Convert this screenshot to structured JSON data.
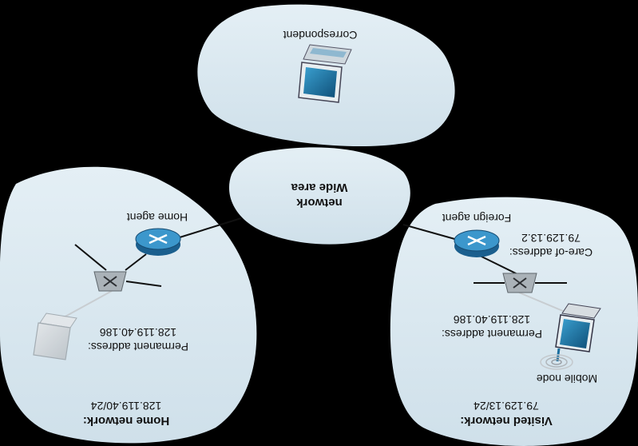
{
  "correspondent": {
    "label": "Correspondent"
  },
  "wide_area": {
    "line1": "Wide area",
    "line2": "network"
  },
  "home": {
    "agent_label": "Home agent",
    "perm_label": "Permanent address:",
    "perm_value": "128.119.40.186",
    "network_label": "Home network:",
    "network_value": "128.119.40/24"
  },
  "visited": {
    "agent_label": "Foreign agent",
    "care_label": "Care-of address:",
    "care_value": "79.129.13.2",
    "perm_label": "Permanent address:",
    "perm_value": "128.119.40.186",
    "mobile_label": "Mobile node",
    "network_label": "Visited network:",
    "network_value": "79.129.13/24"
  },
  "colors": {
    "background": "#000000",
    "cloud_fill": "#dbe9f0",
    "router_blue": "#2f86c0",
    "switch_gray": "#a9b1b7",
    "laptop_screen": "#1d6f9c"
  }
}
